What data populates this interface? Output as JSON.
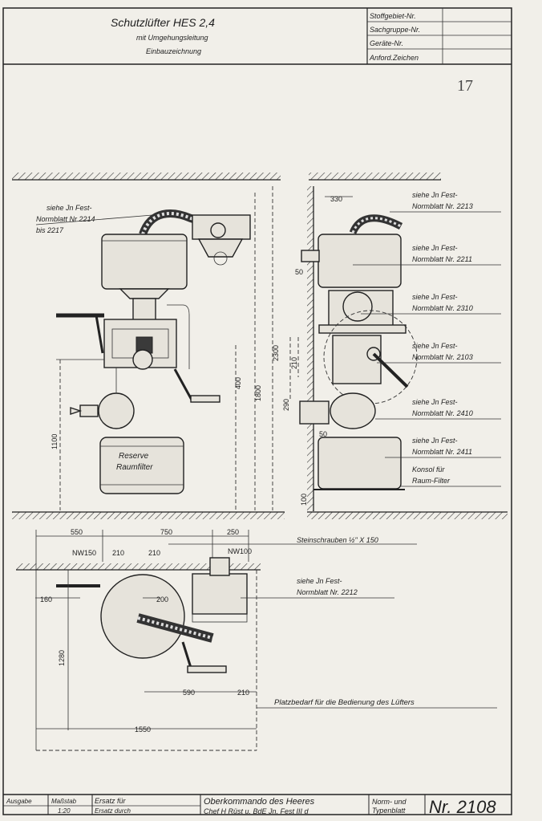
{
  "title_block": {
    "title_line1": "Schutzlüfter HES 2,4",
    "title_line2": "mit Umgehungsleitung",
    "title_line3": "Einbauzeichnung",
    "fields": [
      "Stoffgebiet-Nr.",
      "Sachgruppe-Nr.",
      "Geräte-Nr.",
      "Anford.Zeichen"
    ]
  },
  "page_number": "17",
  "callouts_left": {
    "normblatt_2214": [
      "siehe Jn Fest-",
      "Normblatt Nr 2214",
      "bis 2217"
    ],
    "reserve_filter": [
      "Reserve",
      "Raumfilter"
    ]
  },
  "callouts_right": [
    [
      "siehe Jn Fest-",
      "Normblatt Nr. 2213"
    ],
    [
      "siehe Jn Fest-",
      "Normblatt Nr. 2211"
    ],
    [
      "siehe Jn Fest-",
      "Normblatt Nr. 2310"
    ],
    [
      "siehe Jn Fest-",
      "Normblatt Nr. 2103"
    ],
    [
      "siehe Jn Fest-",
      "Normblatt Nr. 2410"
    ],
    [
      "siehe Jn Fest-",
      "Normblatt Nr. 2411"
    ],
    [
      "Konsol für",
      "Raum-Filter"
    ]
  ],
  "dimensions": {
    "d330": "330",
    "d50a": "50",
    "d210a": "210",
    "d290": "290",
    "d50b": "50",
    "d100": "100",
    "d1800": "1800",
    "d2300": "2300",
    "d400": "400",
    "d1100": "1100",
    "d550": "550",
    "d750": "750",
    "d250": "250",
    "nw150": "NW150",
    "nw100": "NW100",
    "d210b": "210",
    "d210c": "210",
    "d160": "160",
    "d200": "200",
    "d1280": "1280",
    "d590": "590",
    "d210d": "210",
    "d1550": "1550"
  },
  "plan_callouts": {
    "steinschrauben": "Steinschrauben ½\" X 150",
    "normblatt_2212": [
      "siehe Jn Fest-",
      "Normblatt Nr. 2212"
    ],
    "platzbedarf": "Platzbedarf für die Bedienung des Lüfters"
  },
  "footer": {
    "ausgabe": "Ausgabe",
    "ausgabe_val": "",
    "massstab": "Maßstab",
    "massstab_val": "1:20",
    "ersatz_fuer": "Ersatz für",
    "ersatz_durch": "Ersatz durch",
    "org_line1": "Oberkommando des Heeres",
    "org_line2": "Chef H Rüst u. BdE   Jn. Fest III d",
    "norm_line1": "Norm- und",
    "norm_line2": "Typenblatt",
    "number": "Nr. 2108"
  }
}
